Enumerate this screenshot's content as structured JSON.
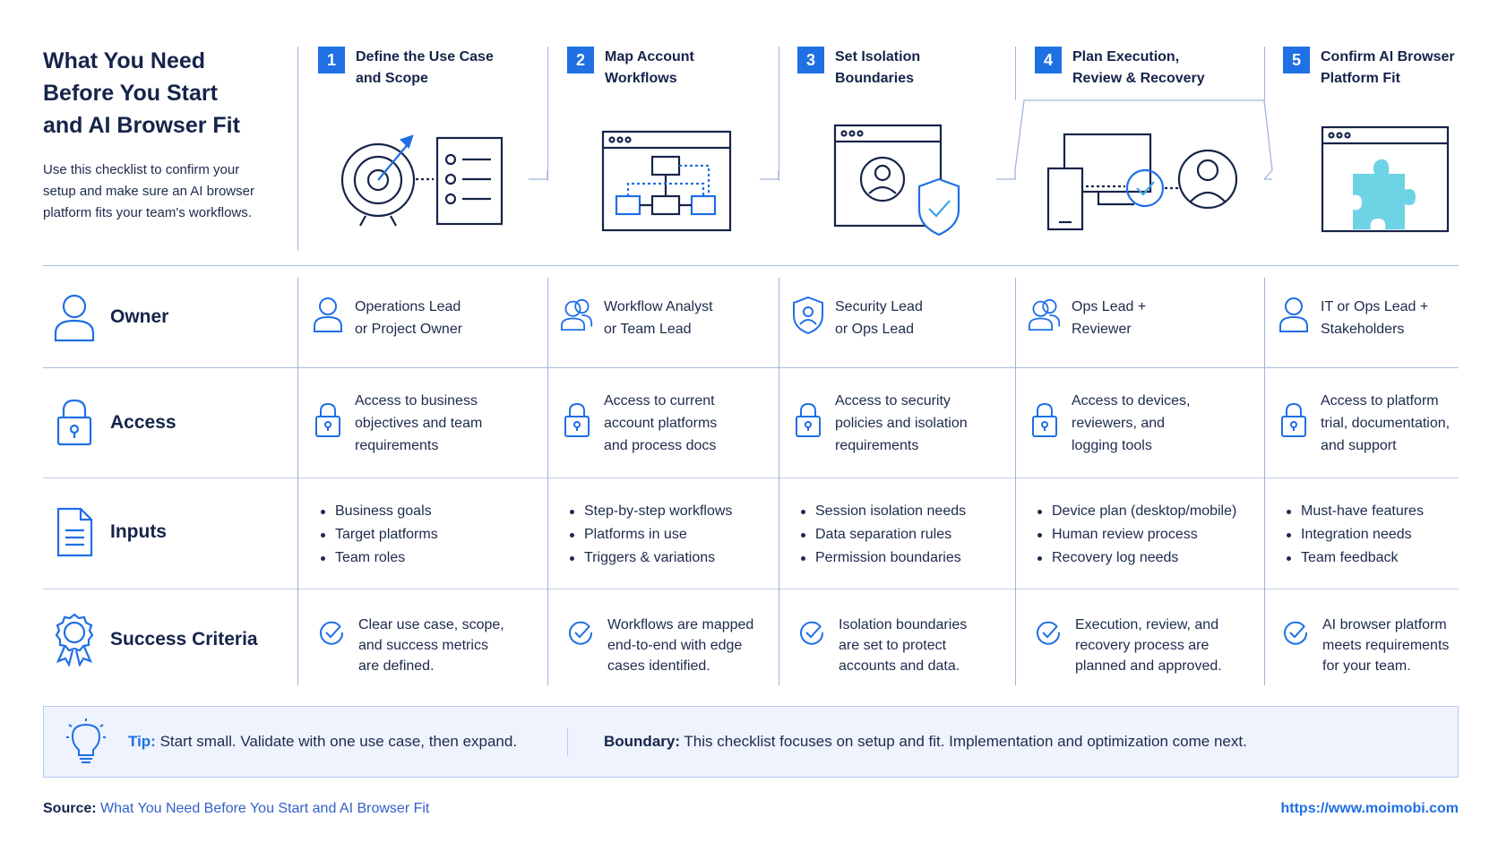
{
  "intro": {
    "title_lines": [
      "What You Need",
      "Before You Start",
      "and AI Browser Fit"
    ],
    "subtitle_lines": [
      "Use this checklist to confirm your",
      "setup and make sure an AI browser",
      "platform fits your team's workflows."
    ]
  },
  "steps": [
    {
      "number": "1",
      "title": "Define the Use Case\nand Scope"
    },
    {
      "number": "2",
      "title": "Map Account\nWorkflows"
    },
    {
      "number": "3",
      "title": "Set Isolation\nBoundaries"
    },
    {
      "number": "4",
      "title": "Plan Execution,\nReview & Recovery"
    },
    {
      "number": "5",
      "title": "Confirm AI Browser\nPlatform Fit"
    }
  ],
  "rows": {
    "owner": {
      "label": "Owner",
      "cells": [
        "Operations Lead\nor Project Owner",
        "Workflow Analyst\nor Team Lead",
        "Security Lead\nor Ops Lead",
        "Ops Lead +\nReviewer",
        "IT or Ops Lead +\nStakeholders"
      ]
    },
    "access": {
      "label": "Access",
      "cells": [
        "Access to business\nobjectives and team\nrequirements",
        "Access to current\naccount platforms\nand process docs",
        "Access to security\npolicies and isolation\nrequirements",
        "Access to devices,\nreviewers, and\nlogging tools",
        "Access to platform\ntrial, documentation,\nand support"
      ]
    },
    "inputs": {
      "label": "Inputs",
      "cells": [
        [
          "Business goals",
          "Target platforms",
          "Team roles"
        ],
        [
          "Step-by-step workflows",
          "Platforms in use",
          "Triggers & variations"
        ],
        [
          "Session isolation needs",
          "Data separation rules",
          "Permission boundaries"
        ],
        [
          "Device plan (desktop/mobile)",
          "Human review process",
          "Recovery log needs"
        ],
        [
          "Must-have features",
          "Integration needs",
          "Team feedback"
        ]
      ]
    },
    "success": {
      "label": "Success Criteria",
      "cells": [
        "Clear use case, scope,\nand success metrics\nare defined.",
        "Workflows are mapped\nend-to-end with edge\ncases identified.",
        "Isolation boundaries\nare set to protect\naccounts and data.",
        "Execution, review, and\nrecovery process are\nplanned and approved.",
        "AI browser platform\nmeets requirements\nfor your team."
      ]
    }
  },
  "tip": {
    "label": "Tip:",
    "text": "Start small. Validate with one use case, then expand."
  },
  "boundary": {
    "label": "Boundary:",
    "text": "This checklist focuses on setup and fit. Implementation and optimization come next."
  },
  "source": {
    "label": "Source:",
    "text": "What You Need Before You Start and AI Browser Fit"
  },
  "url": "https://www.moimobi.com",
  "colors": {
    "accent": "#1f6fe5",
    "navy": "#16244a",
    "line": "#9fb3dc",
    "puzzle": "#6fd3e6",
    "tip_bg": "#eef3fd"
  },
  "icons": {
    "steps": [
      "target-checklist-icon",
      "workflow-diagram-icon",
      "user-shield-window-icon",
      "devices-review-icon",
      "puzzle-window-icon"
    ],
    "rows": [
      "person-icon",
      "padlock-icon",
      "document-icon",
      "award-ribbon-icon"
    ],
    "tip": "lightbulb-icon"
  }
}
